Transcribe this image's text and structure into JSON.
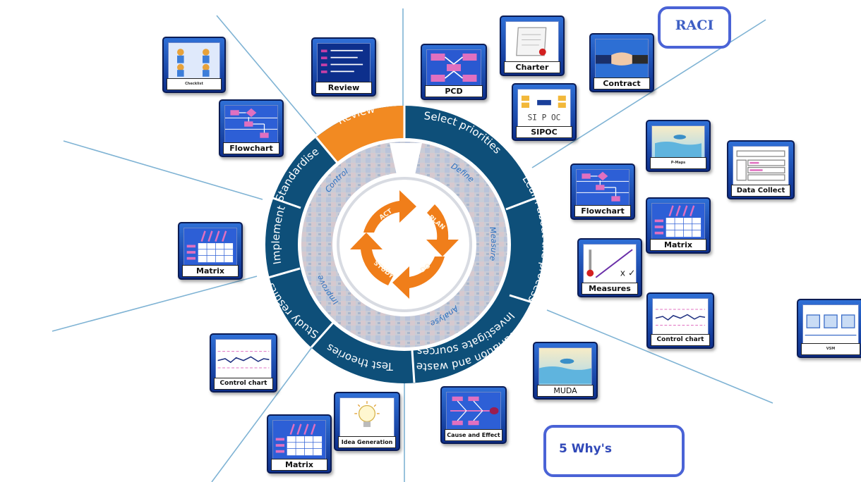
{
  "cycle": {
    "outer_segments": [
      "Review",
      "Select priorities",
      "Learn about the process",
      "Investigate sources",
      "of variation and waste",
      "Test theories",
      "Study results",
      "Implement",
      "Standardise"
    ],
    "inner_segments": [
      "Define",
      "Measure",
      "Analyse",
      "Improve",
      "Control"
    ],
    "pdsa": [
      "ACT",
      "PLAN",
      "DO",
      "STUDY"
    ],
    "colors": {
      "outer": "#0e4f79",
      "review": "#f28a22",
      "pdsa": "#f07e1a",
      "inner_text": "#2a6fbf"
    }
  },
  "tools": [
    {
      "id": "tool-checklist",
      "caption": "Checklist",
      "icon": "people-icon"
    },
    {
      "id": "tool-review",
      "caption": "Review",
      "icon": "list-icon"
    },
    {
      "id": "tool-pcd",
      "caption": "PCD",
      "icon": "pcd-diagram-icon"
    },
    {
      "id": "tool-charter",
      "caption": "Charter",
      "icon": "scroll-icon"
    },
    {
      "id": "tool-contract",
      "caption": "Contract",
      "icon": "handshake-icon"
    },
    {
      "id": "tool-sipoc",
      "caption": "SIPOC",
      "icon": "sipoc-icon",
      "letters": "SI P OC"
    },
    {
      "id": "tool-flowchart-left",
      "caption": "Flowchart",
      "icon": "flowchart-icon"
    },
    {
      "id": "tool-pmaps",
      "caption": "P-Maps",
      "icon": "water-icon"
    },
    {
      "id": "tool-data-collect",
      "caption": "Data Collect",
      "icon": "form-icon"
    },
    {
      "id": "tool-flowchart-right",
      "caption": "Flowchart",
      "icon": "flowchart-icon"
    },
    {
      "id": "tool-matrix-right",
      "caption": "Matrix",
      "icon": "matrix-icon"
    },
    {
      "id": "tool-matrix-left",
      "caption": "Matrix",
      "icon": "matrix-icon"
    },
    {
      "id": "tool-measures",
      "caption": "Measures",
      "icon": "measures-icon",
      "marks": "x ✓"
    },
    {
      "id": "tool-control-chart-right",
      "caption": "Control chart",
      "icon": "control-chart-icon"
    },
    {
      "id": "tool-vsm",
      "caption": "VSM",
      "icon": "vsm-icon"
    },
    {
      "id": "tool-control-chart-left",
      "caption": "Control chart",
      "icon": "control-chart-icon"
    },
    {
      "id": "tool-muda",
      "caption": "MUDA",
      "icon": "water-icon"
    },
    {
      "id": "tool-cause-effect",
      "caption": "Cause and Effect",
      "icon": "fishbone-icon"
    },
    {
      "id": "tool-idea-generation",
      "caption": "Idea Generation",
      "icon": "lightbulb-icon"
    },
    {
      "id": "tool-matrix-bottom",
      "caption": "Matrix",
      "icon": "matrix-icon"
    }
  ],
  "callouts": {
    "raci": "RACI",
    "whys": "5 Why's"
  }
}
